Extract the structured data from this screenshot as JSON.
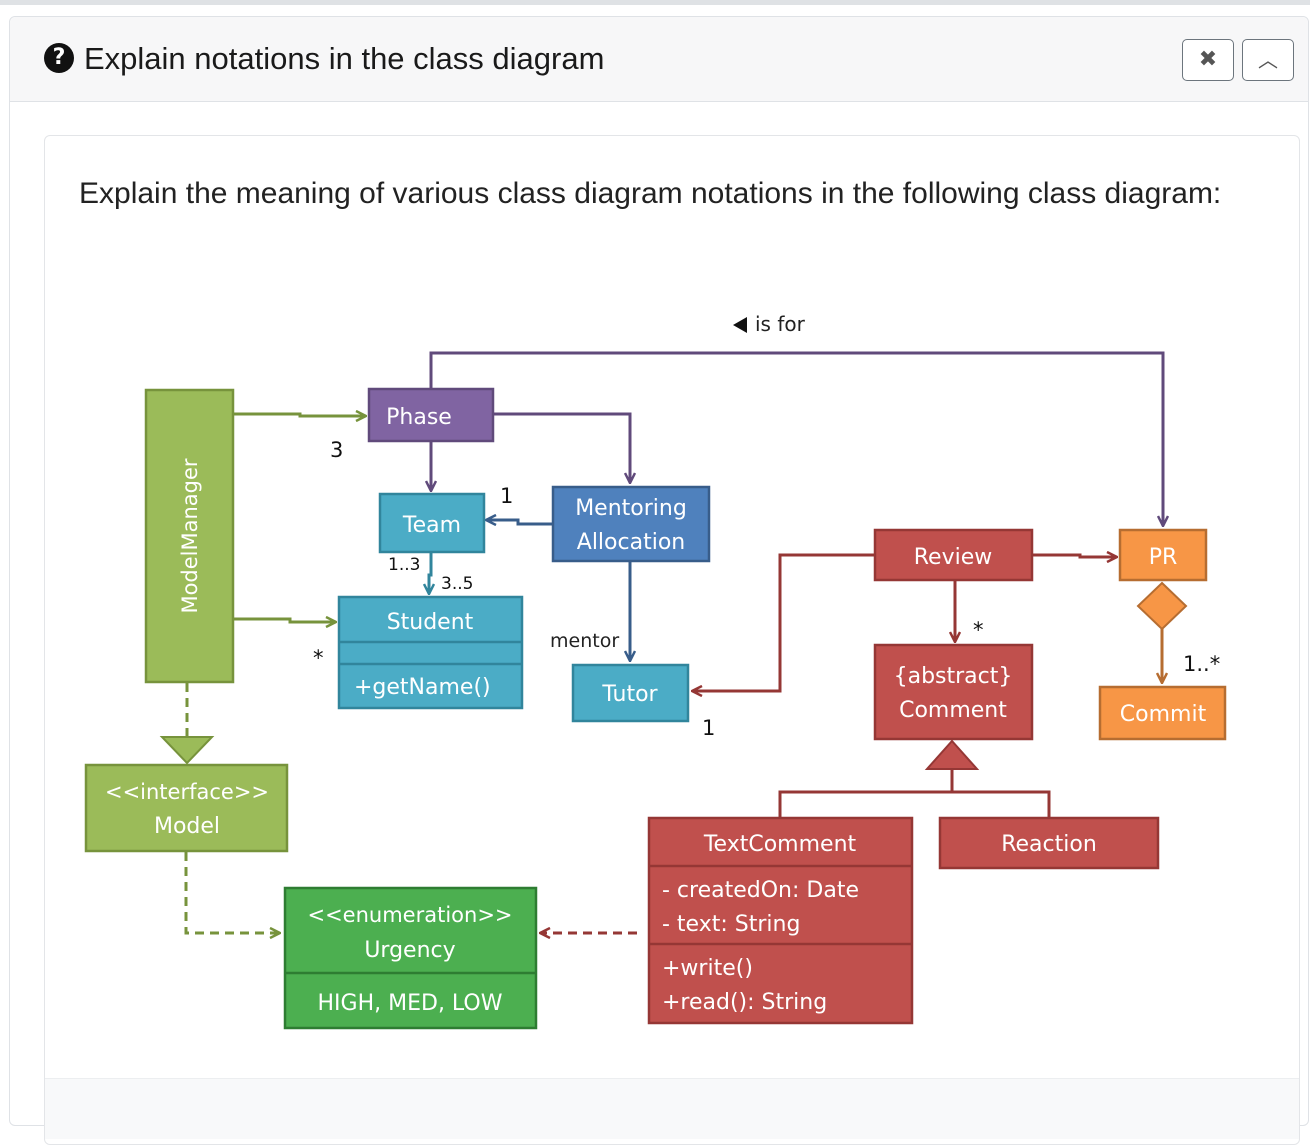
{
  "header": {
    "icon": "question-circle-icon",
    "title": "Explain notations in the class diagram",
    "close_icon": "close-icon",
    "collapse_icon": "chevron-up-icon"
  },
  "question": {
    "text": "Explain the meaning of various class diagram notations in the following class diagram:"
  },
  "diagram": {
    "classes": {
      "model_manager": "ModelManager",
      "phase": "Phase",
      "team": "Team",
      "mentoring_allocation_line1": "Mentoring",
      "mentoring_allocation_line2": "Allocation",
      "student": "Student",
      "student_method": "+getName()",
      "tutor": "Tutor",
      "model_stereotype": "<<interface>>",
      "model": "Model",
      "urgency_stereotype": "<<enumeration>>",
      "urgency": "Urgency",
      "urgency_values": "HIGH, MED, LOW",
      "review": "Review",
      "pr": "PR",
      "commit": "Commit",
      "comment_stereotype": "{abstract}",
      "comment": "Comment",
      "text_comment": "TextComment",
      "text_comment_attr1": "- createdOn: Date",
      "text_comment_attr2": "- text: String",
      "text_comment_method1": "+write()",
      "text_comment_method2": "+read(): String",
      "reaction": "Reaction"
    },
    "labels": {
      "is_for": "is for",
      "mm_phase_mult": "3",
      "team_mult": "1",
      "team_student_mult_a": "1..3",
      "team_student_mult_b": "3..5",
      "mm_student_mult": "*",
      "mentor_role": "mentor",
      "tutor_mult": "1",
      "review_comment_mult": "*",
      "pr_commit_mult": "1..*"
    },
    "colors": {
      "green": "#9bbb59",
      "dark_green": "#4caf50",
      "purple": "#8064a2",
      "teal": "#4bacc6",
      "blue": "#4f81bd",
      "red": "#c0504d",
      "orange": "#f79646"
    }
  }
}
